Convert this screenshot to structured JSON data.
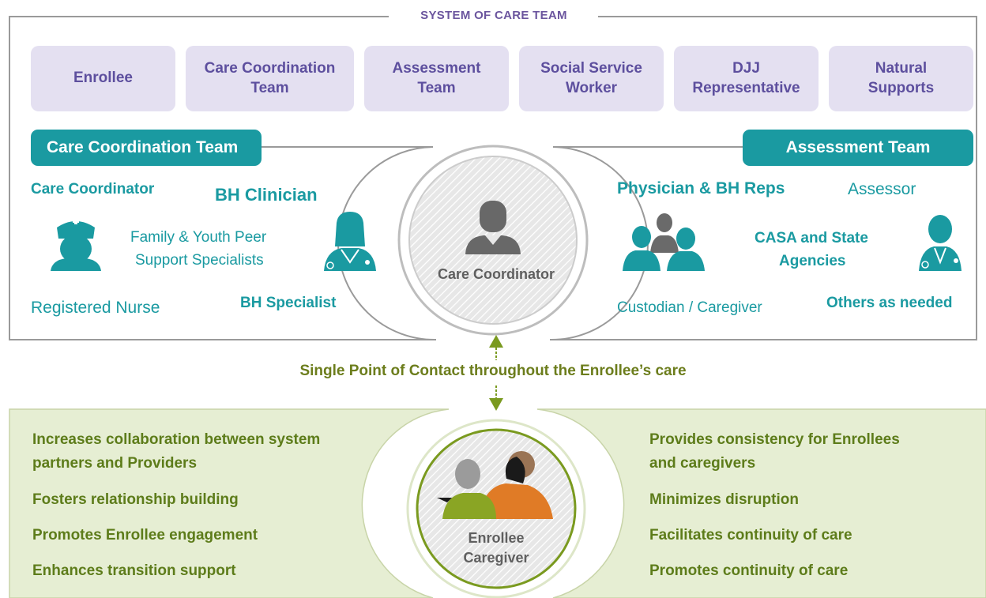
{
  "system_title": "SYSTEM OF CARE TEAM",
  "team_boxes": [
    {
      "label": "Enrollee"
    },
    {
      "label": "Care Coordination\nTeam"
    },
    {
      "label": "Assessment\nTeam"
    },
    {
      "label": "Social Service\nWorker"
    },
    {
      "label": "DJJ\nRepresentative"
    },
    {
      "label": "Natural\nSupports"
    }
  ],
  "left_panel": {
    "title": "Care Coordination Team",
    "care_coordinator": "Care Coordinator",
    "bh_clinician": "BH Clinician",
    "peer_support_line1": "Family & Youth Peer",
    "peer_support_line2": "Support Specialists",
    "registered_nurse": "Registered Nurse",
    "bh_specialist": "BH Specialist"
  },
  "right_panel": {
    "title": "Assessment Team",
    "physician": "Physician & BH Reps",
    "assessor": "Assessor",
    "casa_line1": "CASA and State",
    "casa_line2": "Agencies",
    "custodian": "Custodian / Caregiver",
    "others": "Others as needed"
  },
  "center_top_label": "Care Coordinator",
  "connector_label": "Single Point of Contact throughout the Enrollee’s care",
  "center_bottom_label": "Enrollee\nCaregiver",
  "benefits_left": [
    "Increases collaboration between system\npartners and Providers",
    "Fosters relationship building",
    "Promotes Enrollee engagement",
    "Enhances transition support"
  ],
  "benefits_right": [
    "Provides consistency for Enrollees\nand caregivers",
    "Minimizes disruption",
    "Facilitates continuity of care",
    "Promotes continuity of care"
  ],
  "colors": {
    "purple_text": "#5d4f9e",
    "purple_box": "#e4e0f1",
    "teal": "#1a9aa1",
    "olive_text": "#5d7c1a",
    "green_panel": "#e6eed3",
    "green_ring": "#7a9a1f",
    "gray": "#6a6a6a"
  }
}
